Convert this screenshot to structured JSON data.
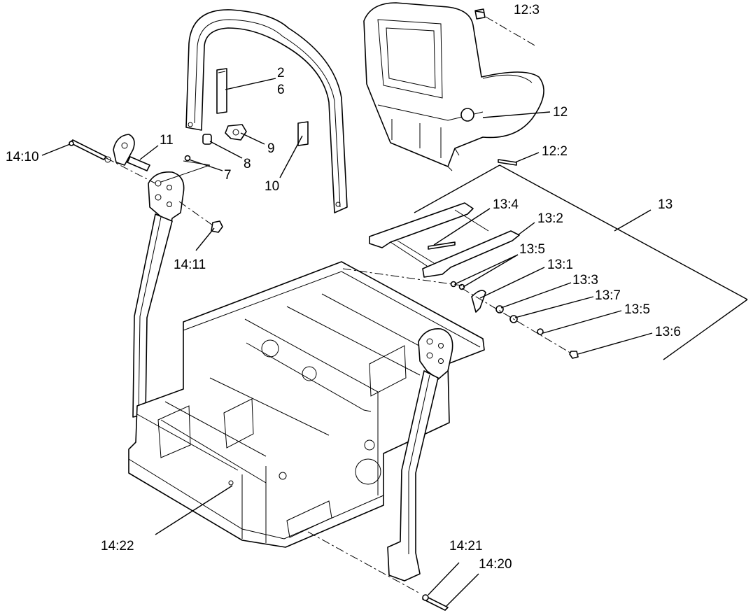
{
  "diagram": {
    "callouts": {
      "c_2": "2",
      "c_6": "6",
      "c_7": "7",
      "c_8": "8",
      "c_9": "9",
      "c_10": "10",
      "c_11": "11",
      "c_12": "12",
      "c_12_2": "12:2",
      "c_12_3": "12:3",
      "c_13": "13",
      "c_13_1": "13:1",
      "c_13_2": "13:2",
      "c_13_3": "13:3",
      "c_13_4": "13:4",
      "c_13_5a": "13:5",
      "c_13_5b": "13:5",
      "c_13_6": "13:6",
      "c_13_7": "13:7",
      "c_14_10": "14:10",
      "c_14_11": "14:11",
      "c_14_20": "14:20",
      "c_14_21": "14:21",
      "c_14_22": "14:22"
    }
  }
}
